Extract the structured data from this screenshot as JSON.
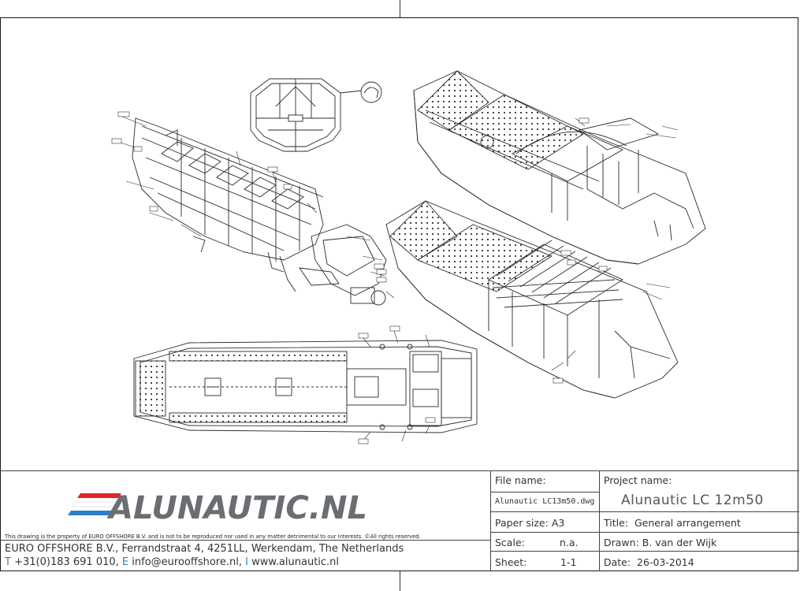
{
  "logo": {
    "text": "ALUNAUTIC.NL",
    "colors": {
      "red": "#e2242b",
      "blue": "#2a7fc9",
      "gray": "#6a6e72"
    }
  },
  "disclaimer": "This drawing is the property of EURO OFFSHORE B.V. and is not to be reproduced nor used in any matter detrimental to our interests. ©All rights reserved.",
  "company": {
    "address": "EURO OFFSHORE B.V., Ferrandstraat 4, 4251LL, Werkendam, The Netherlands",
    "phone_key": "T",
    "phone": "+31(0)183 691 010,",
    "email_key": "E",
    "email": "info@eurooffshore.nl,",
    "web_key": "I",
    "web": "www.alunautic.nl"
  },
  "title_block": {
    "file_label": "File name:",
    "file_value": "Alunautic LC13m50.dwg",
    "paper_label": "Paper size:",
    "paper_value": "A3",
    "scale_label": "Scale:",
    "scale_value": "n.a.",
    "sheet_label": "Sheet:",
    "sheet_value": "1-1",
    "project_label": "Project name:",
    "project_value": "Alunautic LC 12m50",
    "title_label": "Title:",
    "title_value": "General arrangement",
    "drawn_label": "Drawn:",
    "drawn_value": "B. van der Wijk",
    "date_label": "Date:",
    "date_value": "26-03-2014"
  }
}
